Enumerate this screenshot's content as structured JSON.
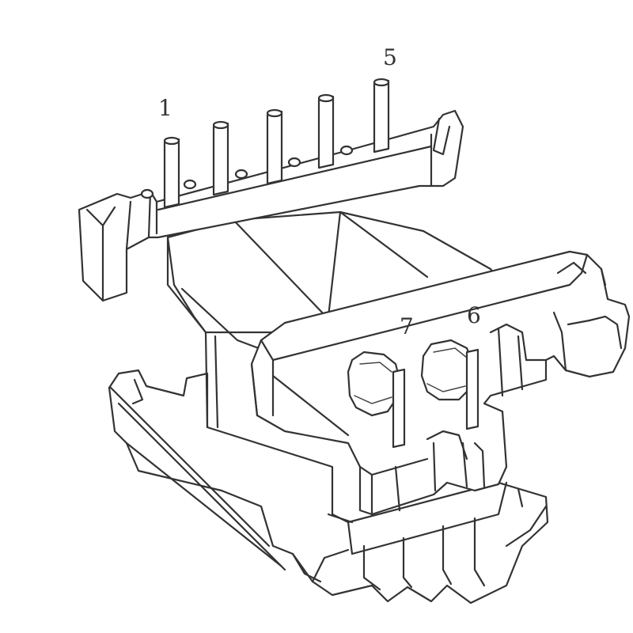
{
  "pin_labels": {
    "pin1": "1",
    "pin5": "5",
    "pin6": "6",
    "pin7": "7"
  },
  "colors": {
    "line": "#333333",
    "background": "#ffffff"
  }
}
